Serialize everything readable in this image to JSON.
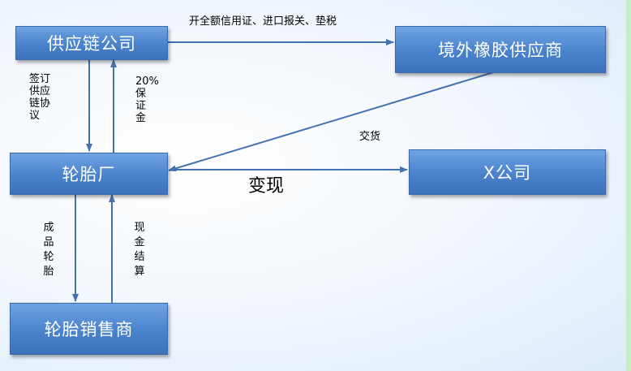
{
  "nodes": {
    "supply_chain_company": "供应链公司",
    "overseas_supplier": "境外橡胶供应商",
    "tire_factory": "轮胎厂",
    "x_company": "X公司",
    "tire_dealer": "轮胎销售商"
  },
  "edge_labels": {
    "credit_import_tax": "开全额信用证、进口报关、垫税",
    "sign_agreement": "签订供应链协议",
    "margin_deposit": "20%保证金",
    "delivery": "交货",
    "cash_out": "变现",
    "finished_tires": "成品轮胎",
    "cash_settlement": "现金结算"
  },
  "colors": {
    "box_fill": "#4a82cc",
    "arrow": "#4472b0",
    "background": "#eaf3fb"
  }
}
